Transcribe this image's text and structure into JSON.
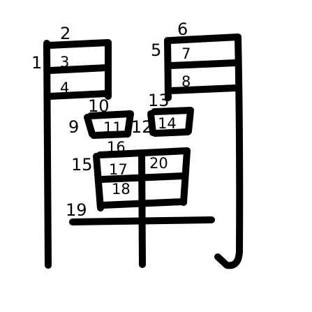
{
  "character": {
    "glyph": "闡",
    "color": "#000000",
    "background": "#ffffff",
    "stroke_count": 20
  },
  "labels": {
    "n1": "1",
    "n2": "2",
    "n3": "3",
    "n4": "4",
    "n5": "5",
    "n6": "6",
    "n7": "7",
    "n8": "8",
    "n9": "9",
    "n10": "10",
    "n11": "11",
    "n12": "12",
    "n13": "13",
    "n14": "14",
    "n15": "15",
    "n16": "16",
    "n17": "17",
    "n18": "18",
    "n19": "19",
    "n20": "20"
  }
}
